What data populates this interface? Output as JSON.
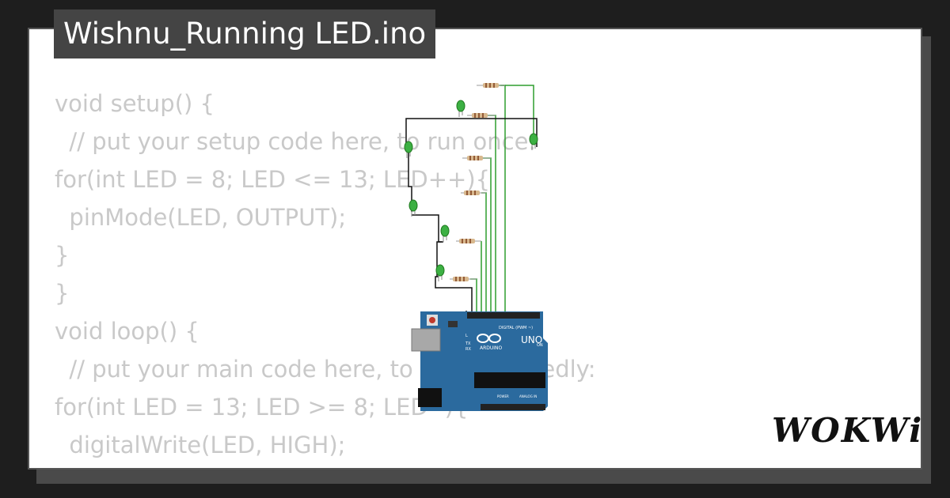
{
  "project": {
    "title": "Wishnu_Running LED.ino"
  },
  "code": {
    "lines": [
      "void setup() {",
      "  // put your setup code here, to run once:",
      "for(int LED = 8; LED <= 13; LED++){",
      "  pinMode(LED, OUTPUT);",
      "}",
      "}",
      "",
      "void loop() {",
      "  // put your main code here, to run repeatedly:",
      "for(int LED = 13; LED >= 8; LED--){",
      "  digitalWrite(LED, HIGH);"
    ]
  },
  "board": {
    "name": "UNO",
    "brand": "ARDUINO",
    "header_digital": "DIGITAL (PWM ~)",
    "header_power": "POWER",
    "header_analog": "ANALOG IN",
    "label_on": "ON",
    "label_l": "L",
    "label_tx": "TX",
    "label_rx": "RX"
  },
  "brand": {
    "logo_text": "WOKWi"
  },
  "colors": {
    "background": "#1e1e1e",
    "card": "#ffffff",
    "title_bar": "#444444",
    "code_text": "#c9c9c9",
    "board": "#2b6a9e",
    "wire_green": "#2e9e2e",
    "wire_black": "#111111",
    "led": "#3cb043"
  }
}
